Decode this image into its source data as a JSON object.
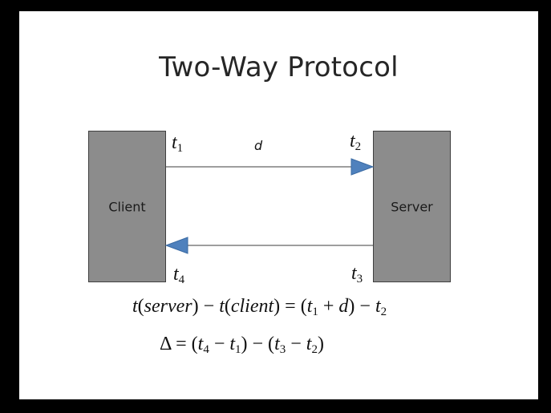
{
  "slide": {
    "title": "Two-Way Protocol"
  },
  "nodes": {
    "client": "Client",
    "server": "Server"
  },
  "timestamps": {
    "t1": {
      "var": "t",
      "sub": "1"
    },
    "t2": {
      "var": "t",
      "sub": "2"
    },
    "t3": {
      "var": "t",
      "sub": "3"
    },
    "t4": {
      "var": "t",
      "sub": "4"
    }
  },
  "delay_label": "d",
  "equations": {
    "offset": {
      "t": "t",
      "server": "server",
      "client": "client",
      "d": "d",
      "sub1": "1",
      "sub2": "2"
    },
    "delta": {
      "symbol": "Δ",
      "sub4": "4",
      "sub1": "1",
      "sub3": "3",
      "sub2": "2"
    }
  },
  "colors": {
    "background": "#000000",
    "slide": "#ffffff",
    "box_fill": "#8c8c8c",
    "arrow_line": "#7f7f7f",
    "arrow_head": "#4f81bd"
  }
}
